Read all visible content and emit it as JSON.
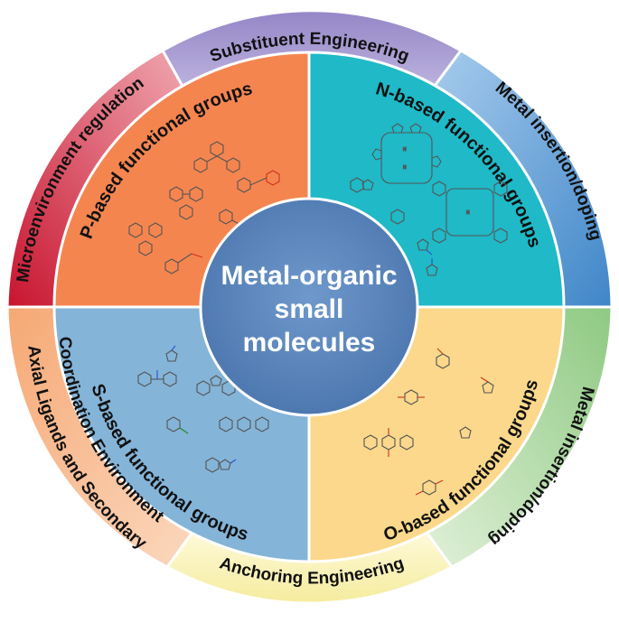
{
  "outer_ring": [
    {
      "id": "substituent",
      "label": "Substituent Engineering",
      "color": "#a89ad0"
    },
    {
      "id": "metal-top",
      "label": "Metal insertion/doping",
      "color": "#7eb1de"
    },
    {
      "id": "metal-bottom",
      "label": "Metal insertion/doping",
      "color": "#b9dcae"
    },
    {
      "id": "anchoring",
      "label": "Anchoring  Engineering",
      "color": "#fbf6c0"
    },
    {
      "id": "axial",
      "label_line1": "Axial Ligands and Secondary",
      "label_line2": "Coordination Environment",
      "color": "#f6b98f"
    },
    {
      "id": "micro",
      "label": "Microenvironment regulation",
      "color": "#d43b4e"
    }
  ],
  "quadrants": [
    {
      "id": "p-based",
      "label": "P-based functional groups",
      "color": "#f5854f"
    },
    {
      "id": "n-based",
      "label": "N-based functional groups",
      "color": "#1fb9c7"
    },
    {
      "id": "s-based",
      "label": "S-based functional groups",
      "color": "#84b4d8"
    },
    {
      "id": "o-based",
      "label": "O-based functional groups",
      "color": "#fbd88b"
    }
  ],
  "center": {
    "line1": "Metal-organic",
    "line2": "small",
    "line3": "molecules",
    "color": "#5b87bf"
  },
  "icons": {
    "molecule": "chemical-structure-icon"
  }
}
